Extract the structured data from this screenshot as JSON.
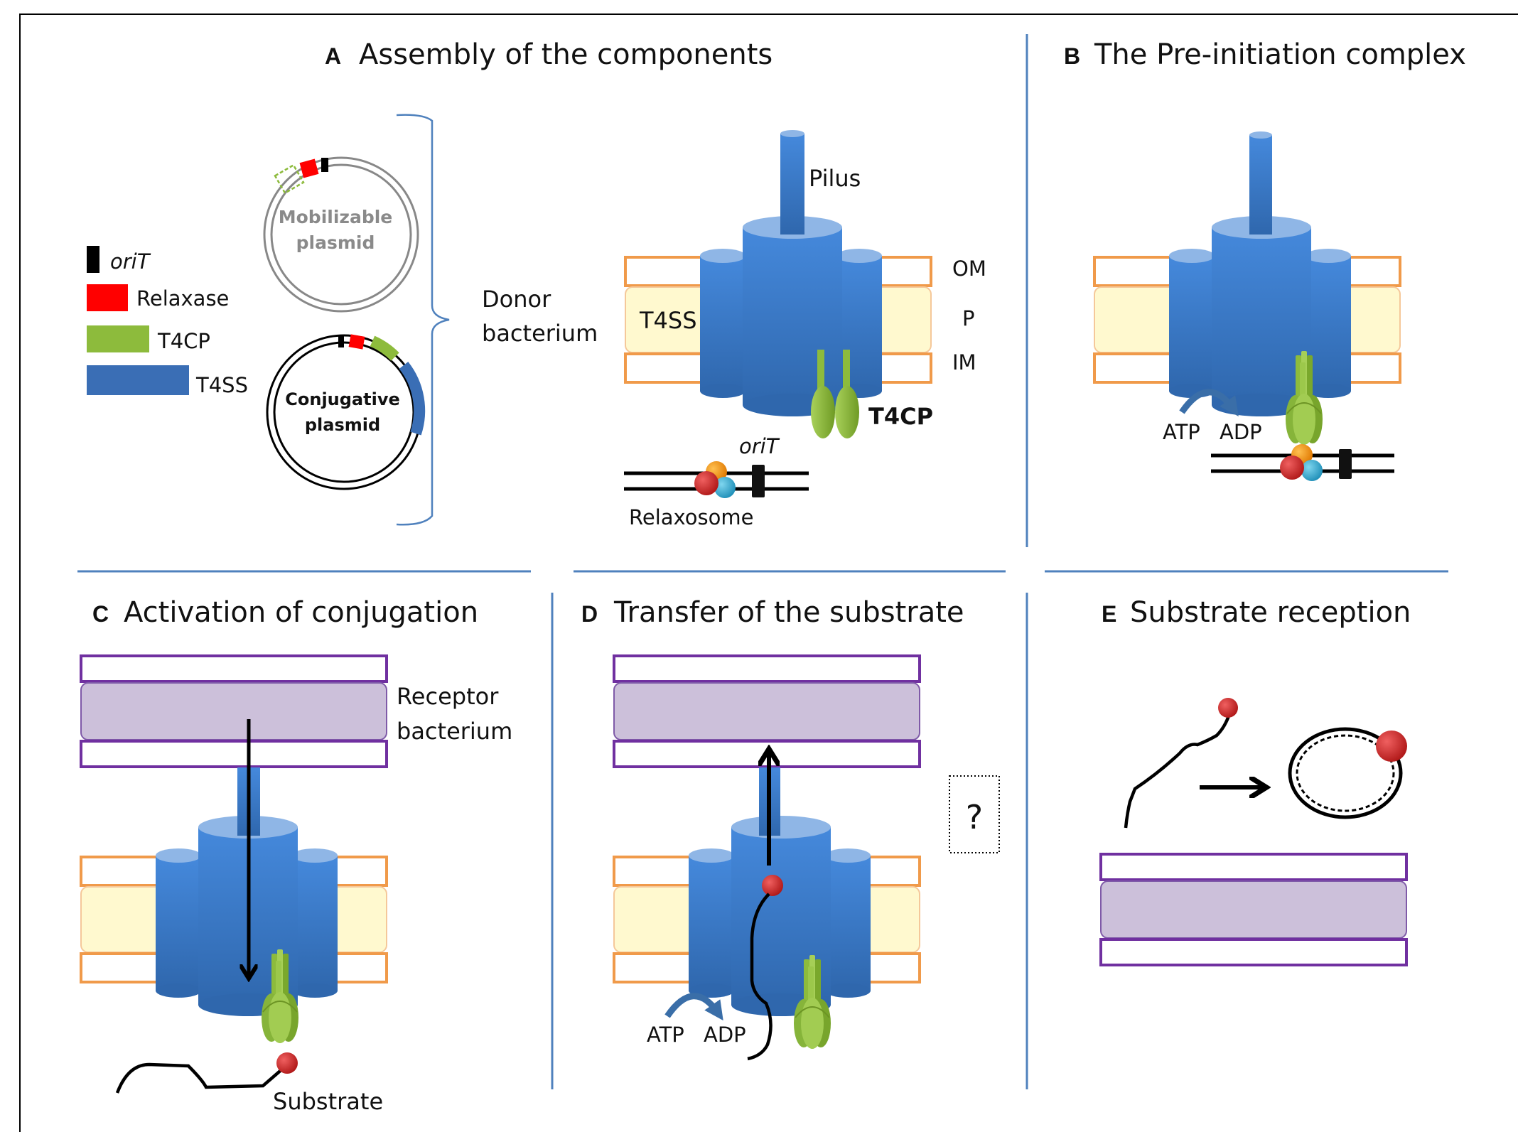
{
  "colors": {
    "divider": "#4f81bd",
    "t4ss_blue": "#3a78c9",
    "t4ss_top": "#8fb6e6",
    "donor_membrane": "#f09a4a",
    "periplasm": "#fff9cf",
    "receptor_membrane": "#7030a0",
    "receptor_periplasm": "#ccc0da",
    "t4cp_green": "#8dbb3c",
    "relaxase_red": "#e01010",
    "orit_black": "#000000"
  },
  "panels": {
    "a": {
      "letter": "A",
      "title": "Assembly of the components",
      "legend": [
        {
          "label": "oriT",
          "key": "orit",
          "italic": true
        },
        {
          "label": "Relaxase",
          "key": "relaxase"
        },
        {
          "label": "T4CP",
          "key": "t4cp"
        },
        {
          "label": "T4SS",
          "key": "t4ss"
        }
      ],
      "mobilizable_plasmid": [
        "Mobilizable",
        "plasmid"
      ],
      "conjugative_plasmid": [
        "Conjugative",
        "plasmid"
      ],
      "donor_label": [
        "Donor",
        "bacterium"
      ],
      "t4ss_label": "T4SS",
      "pilus_label": "Pilus",
      "membranes": {
        "om": "OM",
        "p": "P",
        "im": "IM"
      },
      "t4cp_label": "T4CP",
      "orit_label": "oriT",
      "relaxosome_label": "Relaxosome"
    },
    "b": {
      "letter": "B",
      "title": "The Pre-initiation complex",
      "atp": "ATP",
      "adp": "ADP"
    },
    "c": {
      "letter": "C",
      "title": "Activation of conjugation",
      "receptor_label": [
        "Receptor",
        "bacterium"
      ],
      "substrate_label": "Substrate"
    },
    "d": {
      "letter": "D",
      "title": "Transfer of the substrate",
      "atp": "ATP",
      "adp": "ADP",
      "question": "?"
    },
    "e": {
      "letter": "E",
      "title": "Substrate reception"
    }
  }
}
